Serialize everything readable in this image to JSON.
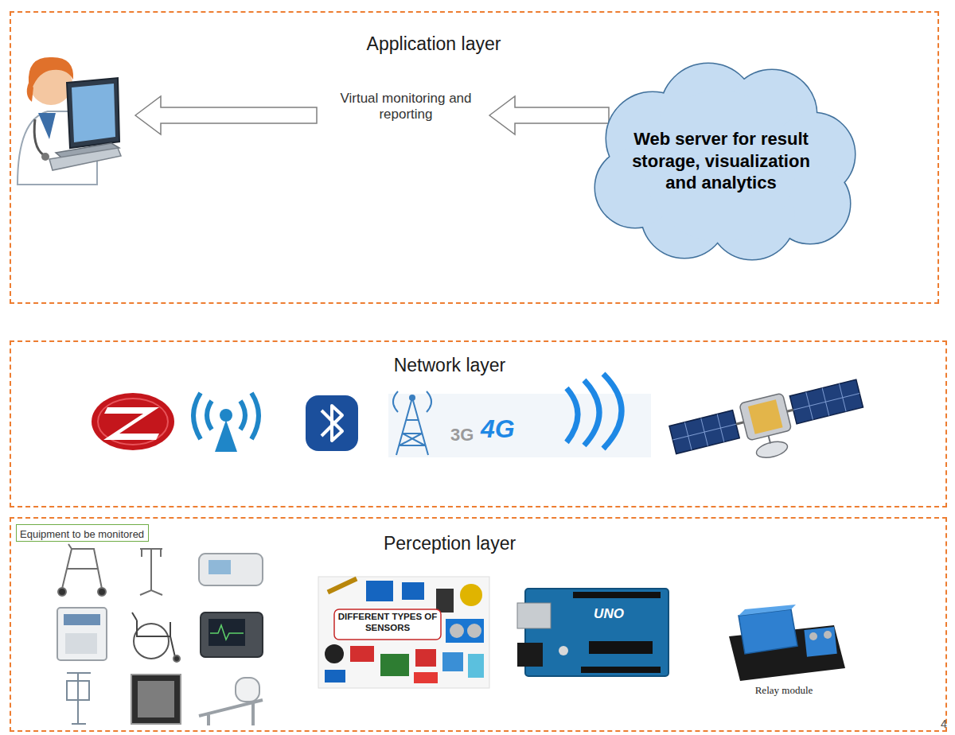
{
  "diagram": {
    "nodes": [
      {
        "text": [
          "Application layer"
        ]
      },
      {
        "text": [
          "Web server for result storage, visualization and analytics"
        ],
        "in": 0
      },
      {
        "text": [
          "Network layer"
        ]
      },
      {
        "text": [
          "Perception layer"
        ]
      },
      {
        "text": [
          "Equipment to be monitored"
        ],
        "in": 3
      }
    ],
    "labels": [
      "Virtual monitoring and reporting",
      "3G",
      "4G",
      "DIFFERENT TYPES OF SENSORS",
      "UNO",
      "Relay module",
      "4"
    ]
  }
}
